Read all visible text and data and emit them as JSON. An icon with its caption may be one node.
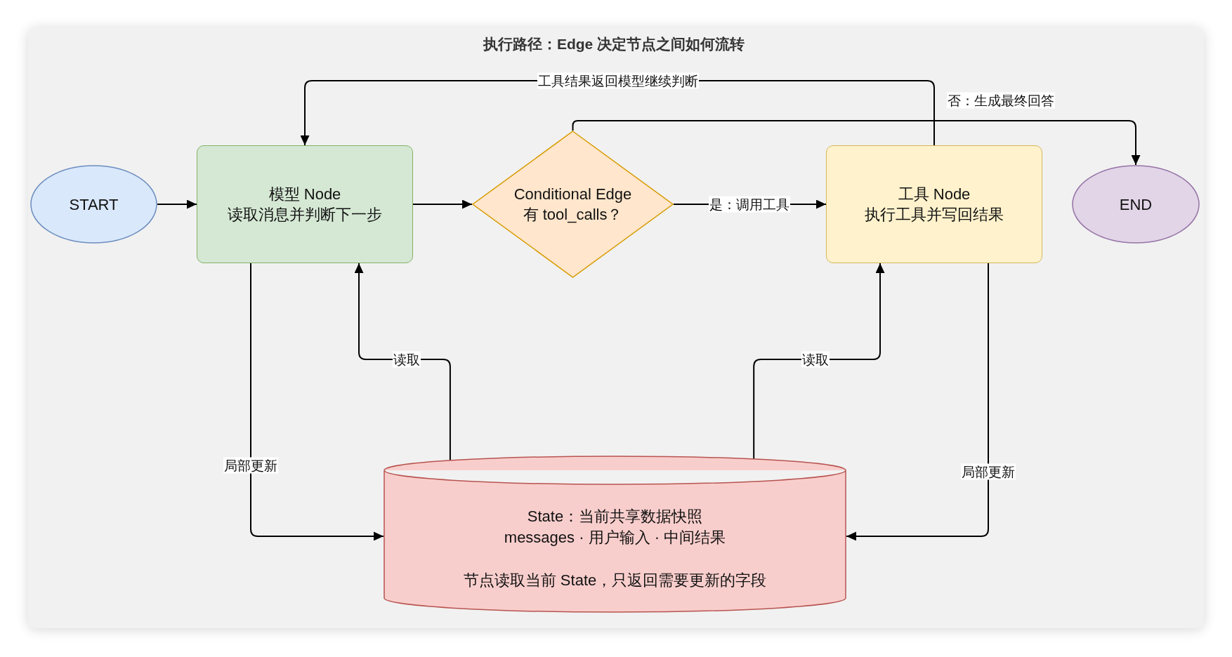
{
  "diagram": {
    "title": "执行路径：Edge 决定节点之间如何流转",
    "nodes": [
      {
        "text": [
          "START"
        ]
      },
      {
        "text": [
          "模型 Node",
          "读取消息并判断下一步"
        ]
      },
      {
        "text": [
          "Conditional Edge",
          "有 tool_calls？"
        ]
      },
      {
        "text": [
          "工具 Node",
          "执行工具并写回结果"
        ]
      },
      {
        "text": [
          "END"
        ]
      },
      {
        "text": [
          "State：当前共享数据快照",
          "messages · 用户输入 · 中间结果",
          "节点读取当前 State，只返回需要更新的字段"
        ]
      }
    ],
    "edges": [
      {
        "from": 0,
        "to": 1,
        "arrow": "to"
      },
      {
        "from": 1,
        "to": 2,
        "arrow": "to"
      },
      {
        "from": 2,
        "to": 3,
        "arrow": "to",
        "label": "是：调用工具"
      },
      {
        "from": 2,
        "to": 4,
        "arrow": "to",
        "label": "否：生成最终回答"
      },
      {
        "from": 3,
        "to": 1,
        "arrow": "to",
        "label": "工具结果返回模型继续判断"
      },
      {
        "from": 1,
        "to": 5,
        "arrow": "to",
        "label": "局部更新"
      },
      {
        "from": 5,
        "to": 1,
        "arrow": "to",
        "label": "读取"
      },
      {
        "from": 5,
        "to": 3,
        "arrow": "to",
        "label": "读取"
      },
      {
        "from": 3,
        "to": 5,
        "arrow": "to",
        "label": "局部更新"
      }
    ]
  }
}
